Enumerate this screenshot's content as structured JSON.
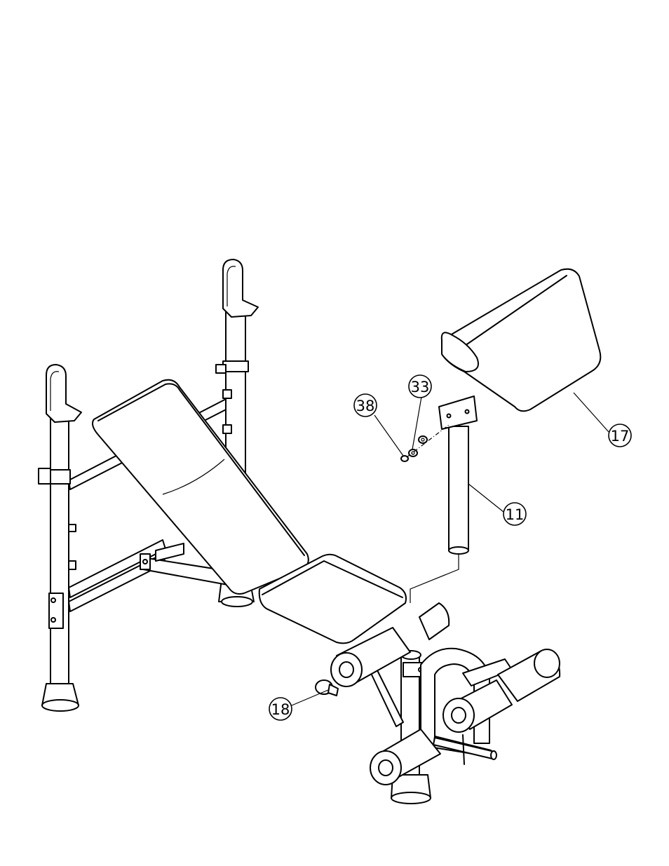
{
  "callouts": {
    "c38": "38",
    "c33": "33",
    "c17": "17",
    "c11": "11",
    "c18": "18"
  }
}
